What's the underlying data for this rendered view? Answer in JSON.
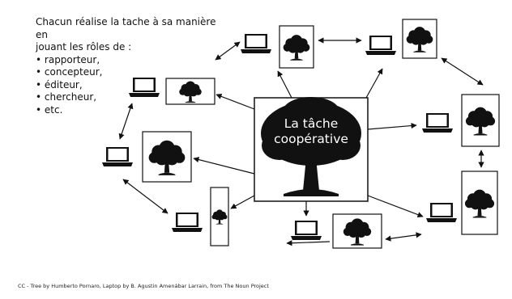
{
  "intro": {
    "line1": "Chacun réalise la tache à sa manière en",
    "line2": "jouant les rôles de :",
    "roles": [
      "rapporteur,",
      "concepteur,",
      "éditeur,",
      "chercheur,",
      "etc."
    ]
  },
  "center": {
    "title_line1": "La tâche",
    "title_line2": "coopérative"
  },
  "credit": "CC - Tree by Humberto Pornaro, Laptop by B. Agustin Amenábar Larrain, from The Noun Project",
  "colors": {
    "ink": "#111111",
    "background": "#ffffff",
    "title_text": "#ffffff"
  },
  "icons": {
    "participant": "laptop-icon",
    "contribution": "tree-icon",
    "task": "tree-icon"
  }
}
